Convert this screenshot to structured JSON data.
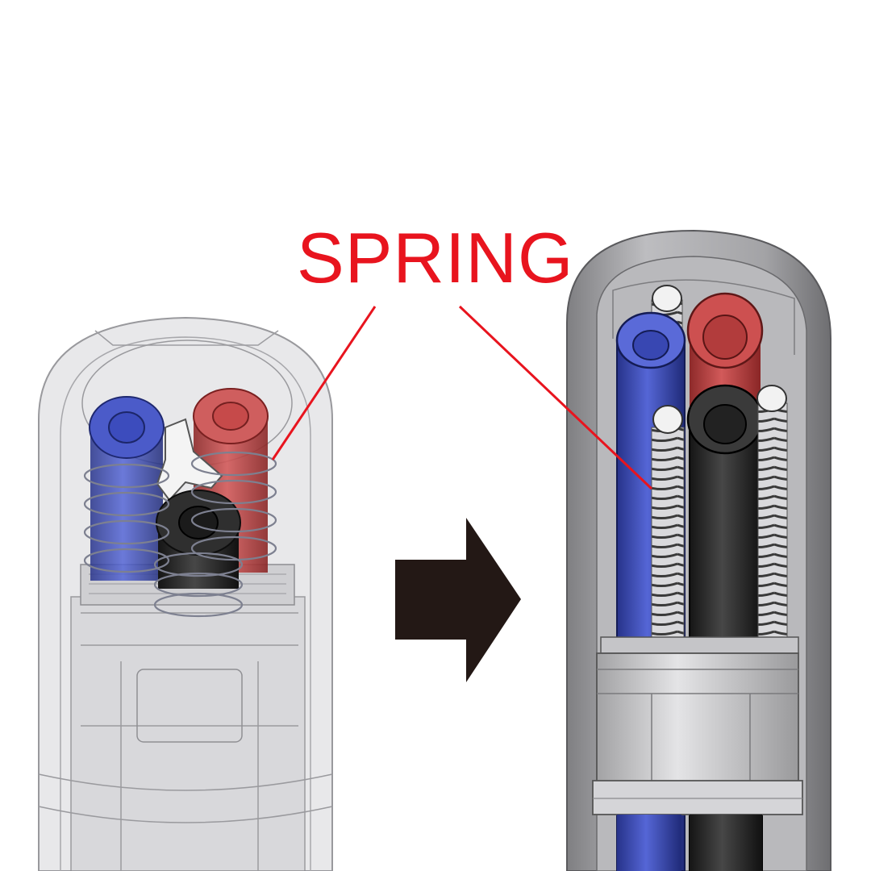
{
  "callout": {
    "label": "SPRING",
    "color": "#e8141e"
  },
  "colors": {
    "background": "#ffffff",
    "arrow": "#231815",
    "pen_body": "#a6a6a8",
    "refill_blue": "#3d4fb8",
    "refill_red": "#c64a4a",
    "refill_black": "#2b2b2b",
    "spring": "#b9b9bd"
  },
  "figures": {
    "before": {
      "style": "transparent-view"
    },
    "after": {
      "style": "cutaway-view"
    },
    "transition_icon": "right-arrow-icon"
  }
}
